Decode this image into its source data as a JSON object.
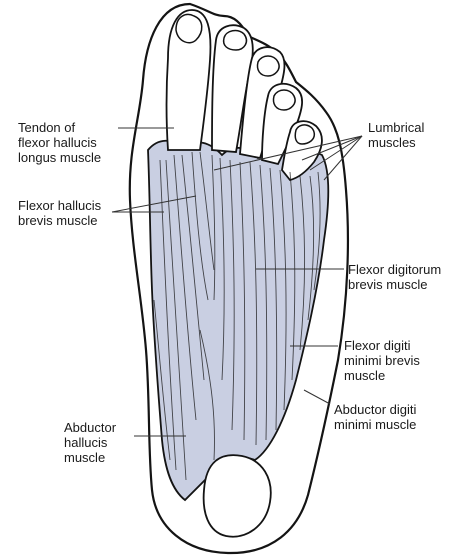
{
  "colors": {
    "muscle_fill": "#c9cfe2",
    "outline": "#141414",
    "background": "#ffffff",
    "leader_line": "#333333"
  },
  "labels": {
    "tendon_fhl": "Tendon of\nflexor hallucis\nlongus muscle",
    "lumbrical": "Lumbrical\nmuscles",
    "fhb": "Flexor hallucis\nbrevis muscle",
    "fdb": "Flexor digitorum\nbrevis muscle",
    "fdmb": "Flexor digiti\nminimi brevis\nmuscle",
    "adm": "Abductor digiti\nminimi muscle",
    "ah": "Abductor\nhallucis\nmuscle"
  }
}
